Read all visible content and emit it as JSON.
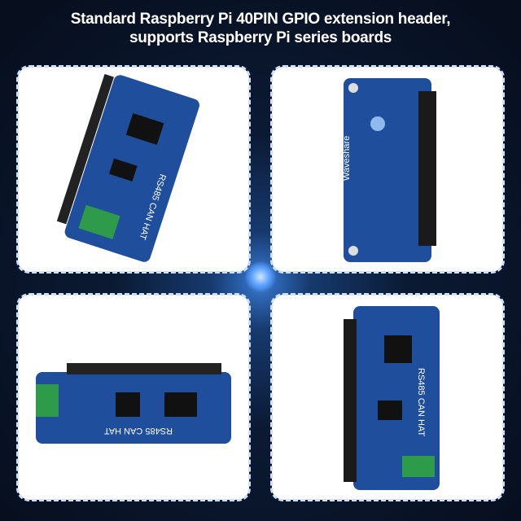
{
  "header": {
    "line1": "Standard Raspberry Pi 40PIN GPIO extension header,",
    "line2": "supports Raspberry Pi series boards"
  },
  "board": {
    "label": "RS485 CAN HAT",
    "brand": "Waveshare"
  },
  "colors": {
    "pcb": "#1f4f9c",
    "background": "#0b1a33",
    "terminal": "#2e9b4a",
    "border": "#cfe0ff"
  }
}
